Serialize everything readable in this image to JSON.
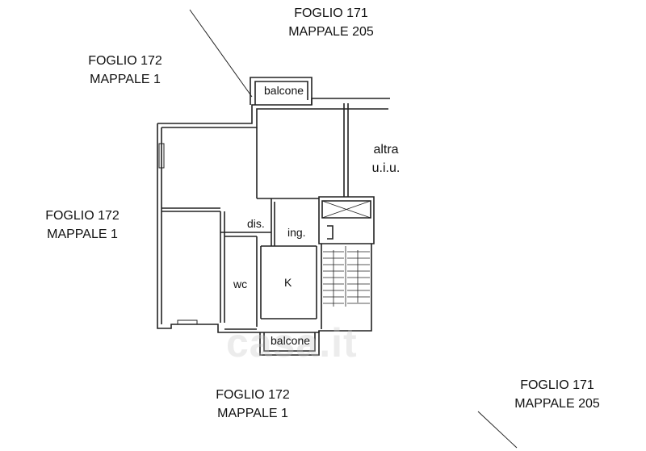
{
  "parcels": [
    {
      "sheet": "FOGLIO 171",
      "parcel": "MAPPALE 205"
    },
    {
      "sheet": "FOGLIO 172",
      "parcel": "MAPPALE 1"
    },
    {
      "sheet": "FOGLIO 172",
      "parcel": "MAPPALE 1"
    },
    {
      "sheet": "FOGLIO 172",
      "parcel": "MAPPALE 1"
    },
    {
      "sheet": "FOGLIO 171",
      "parcel": "MAPPALE 205"
    }
  ],
  "other_unit": {
    "line1": "altra",
    "line2": "u.i.u."
  },
  "rooms": {
    "balcony_top": "balcone",
    "balcony_bottom": "balcone",
    "disimpegno": "dis.",
    "ingresso": "ing.",
    "wc": "wc",
    "kitchen": "K"
  },
  "watermark": "casa.it"
}
